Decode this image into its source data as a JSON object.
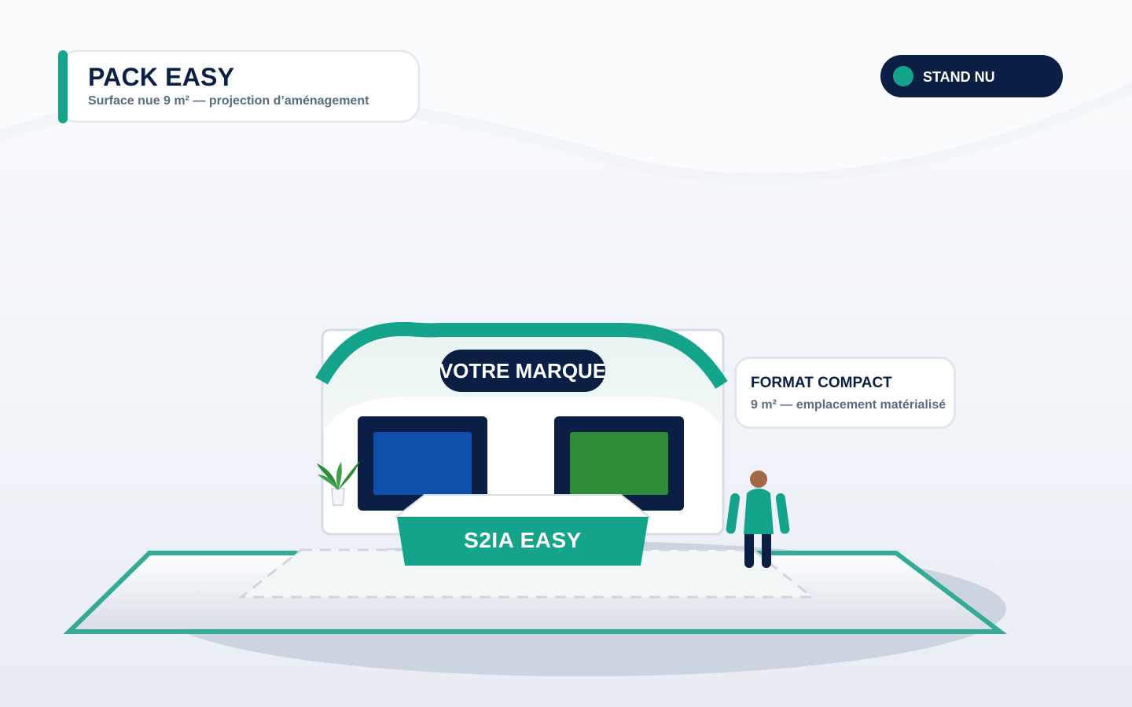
{
  "header": {
    "title": "PACK EASY",
    "subtitle": "Surface nue 9 m² — projection d’aménagement"
  },
  "status_badge": {
    "label": "STAND NU"
  },
  "info_card": {
    "title": "FORMAT COMPACT",
    "subtitle": "9 m² — emplacement matérialisé"
  },
  "stand": {
    "brand_label": "VOTRE MARQUE",
    "counter_label": "S2IA EASY"
  },
  "colors": {
    "accent": "#14a38b",
    "navy": "#0b1f44",
    "screen_left": "#0d4faa",
    "screen_right": "#2e8c38",
    "muted_text": "#5b6b82"
  }
}
